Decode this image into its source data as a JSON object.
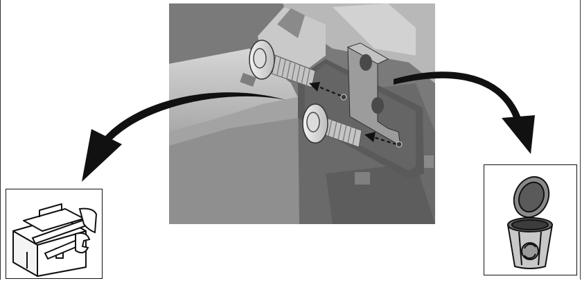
{
  "figure": {
    "panels": [
      {
        "name": "unit-photo",
        "icon": "assembly-photo"
      },
      {
        "name": "keep-in-toolbox",
        "icon": "toolbox-icon"
      },
      {
        "name": "discard-in-bin",
        "icon": "recycle-bin-icon"
      }
    ],
    "colors": {
      "line": "#111111",
      "photo_dark": "#555555",
      "photo_mid": "#9a9a9a",
      "photo_light": "#cfcfcf",
      "bracket": "#6e6e6e"
    }
  }
}
